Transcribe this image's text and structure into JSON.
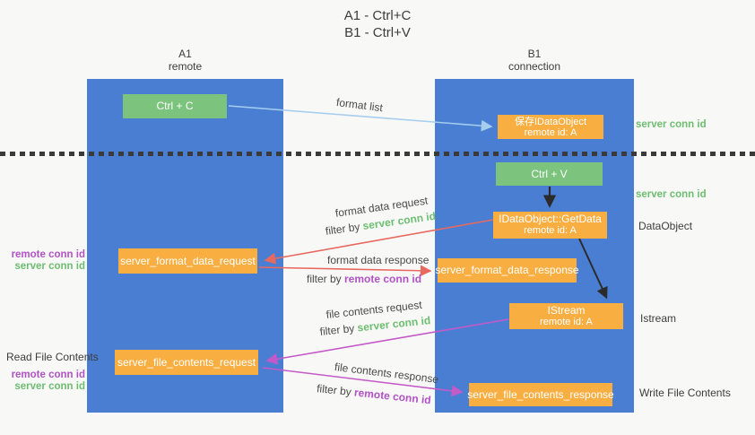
{
  "title": {
    "line1": "A1 - Ctrl+C",
    "line2": "B1 - Ctrl+V"
  },
  "lanes": {
    "left": {
      "name": "A1",
      "subtitle": "remote"
    },
    "right": {
      "name": "B1",
      "subtitle": "connection"
    }
  },
  "nodes": {
    "ctrl_c": {
      "label": "Ctrl + C"
    },
    "ctrl_v": {
      "label": "Ctrl + V"
    },
    "save_idataobject": {
      "line1": "保存IDataObject",
      "line2": "remote id: A"
    },
    "getdata": {
      "line1": "IDataObject::GetData",
      "line2": "remote id: A"
    },
    "istream": {
      "line1": "IStream",
      "line2": "remote id: A"
    },
    "server_format_data_request": {
      "label": "server_format_data_request"
    },
    "server_format_data_response": {
      "label": "server_format_data_response"
    },
    "server_file_contents_request": {
      "label": "server_file_contents_request"
    },
    "server_file_contents_response": {
      "label": "server_file_contents_response"
    }
  },
  "arrow_labels": {
    "format_list": "format list",
    "format_data_request": "format data request",
    "format_data_request_filter_prefix": "filter by ",
    "format_data_request_filter_key": "server conn id",
    "format_data_response": "format data response",
    "format_data_response_filter_prefix": "filter by ",
    "format_data_response_filter_key": "remote conn id",
    "file_contents_request": "file contents request",
    "file_contents_request_filter_prefix": "filter by ",
    "file_contents_request_filter_key": "server conn id",
    "file_contents_response": "file contents response",
    "file_contents_response_filter_prefix": "filter by ",
    "file_contents_response_filter_key": "remote conn id"
  },
  "side_labels": {
    "server_conn_id_top": "server conn id",
    "server_conn_id_mid": "server conn id",
    "dataobject": "DataObject",
    "istream": "Istream",
    "write_file_contents": "Write File Contents",
    "read_file_contents": "Read File Contents",
    "left_pair1_remote": "remote conn id",
    "left_pair1_server": "server conn id",
    "left_pair2_remote": "remote conn id",
    "left_pair2_server": "server conn id"
  },
  "colors": {
    "lane_blue": "#4a7ed2",
    "box_orange": "#f9ae42",
    "box_green": "#7cc47e",
    "green_text": "#6dbe70",
    "purple_text": "#b152c5",
    "red_arrow": "#e8695f",
    "purple_arrow": "#c45ac8",
    "light_blue_arrow": "#a5cdee",
    "black_arrow": "#2b2b2b"
  }
}
